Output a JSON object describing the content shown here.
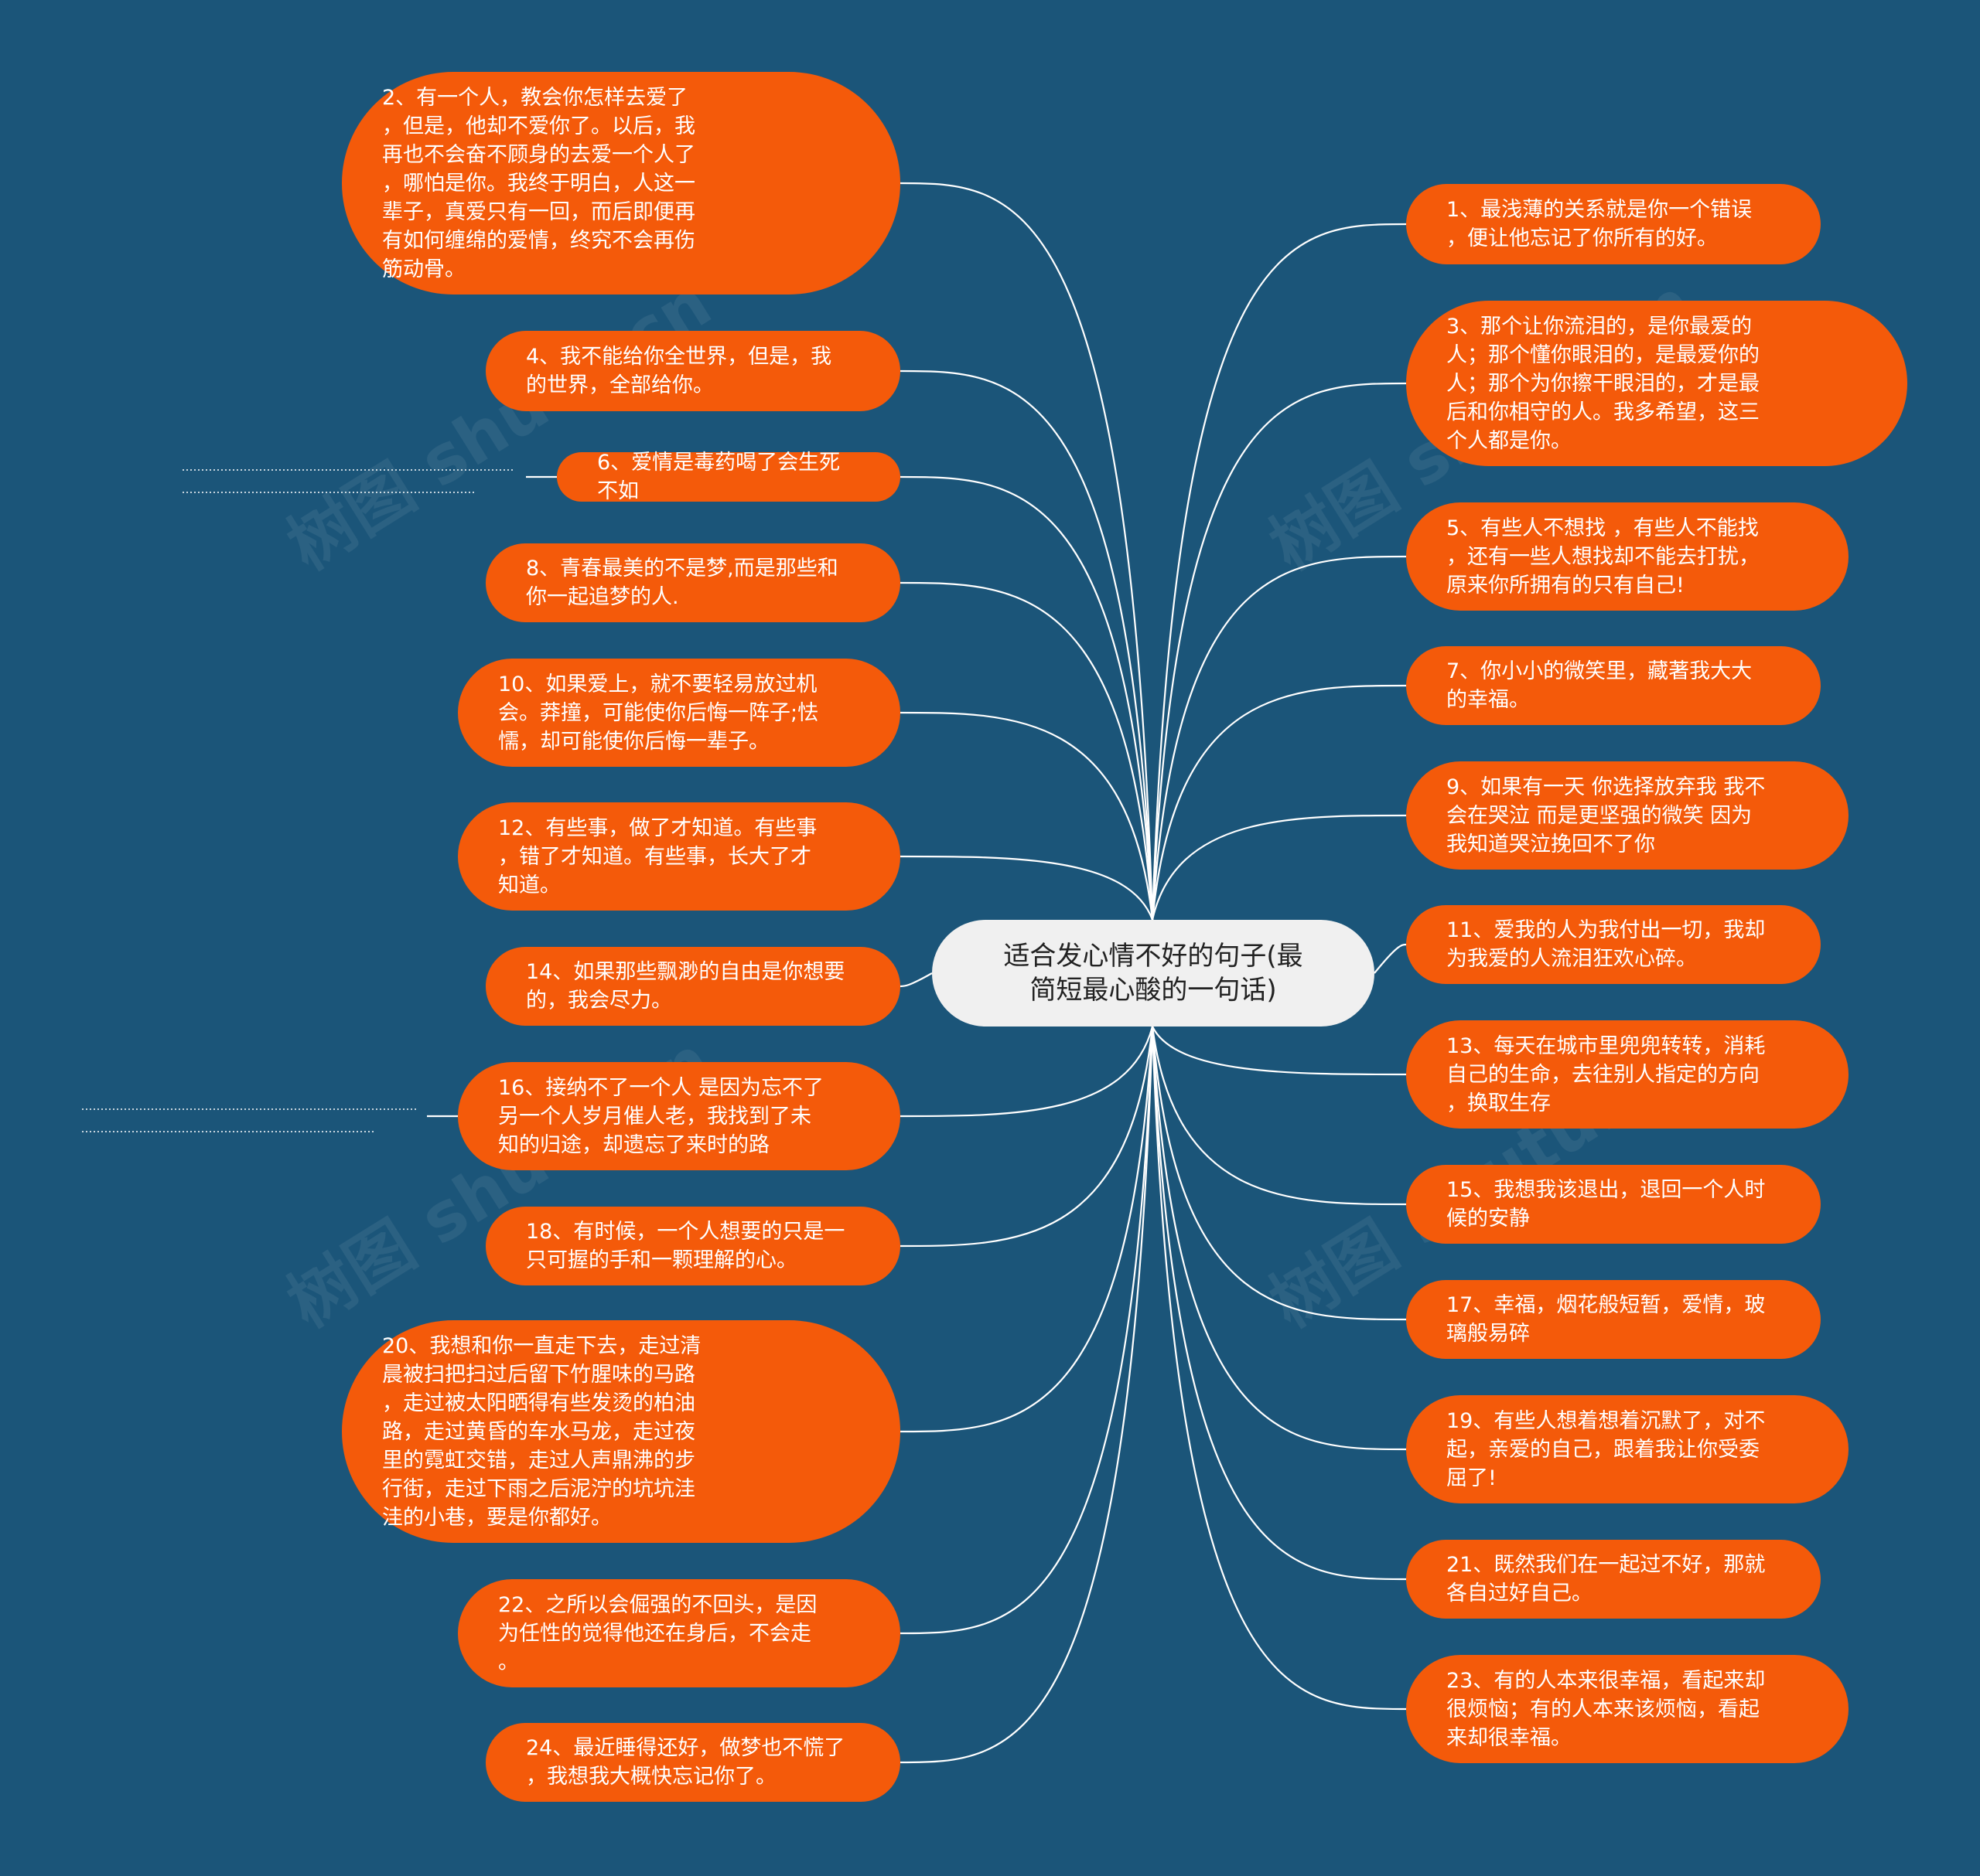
{
  "colors": {
    "background": "#1b5579",
    "node_fill": "#f45a0a",
    "node_text": "#ffffff",
    "root_fill": "#f0f0f0",
    "root_text": "#222222",
    "link": "#ffffff"
  },
  "root": {
    "label": "适合发心情不好的句子(最\n简短最心酸的一句话)"
  },
  "watermark": {
    "text": "树图 shutu.cn"
  },
  "left_nodes": [
    {
      "label": "2、有一个人，教会你怎样去爱了\n，但是，他却不爱你了。以后，我\n再也不会奋不顾身的去爱一个人了\n，哪怕是你。我终于明白，人这一\n辈子，真爱只有一回，而后即便再\n有如何缠绵的爱情，终究不会再伤\n筋动骨。"
    },
    {
      "label": "4、我不能给你全世界，但是，我\n的世界，全部给你。"
    },
    {
      "label": "6、爱情是毒药喝了会生死不如"
    },
    {
      "label": "8、青春最美的不是梦,而是那些和\n你一起追梦的人."
    },
    {
      "label": "10、如果爱上，就不要轻易放过机\n会。莽撞，可能使你后悔一阵子;怯\n懦，却可能使你后悔一辈子。"
    },
    {
      "label": "12、有些事，做了才知道。有些事\n，错了才知道。有些事，长大了才\n知道。"
    },
    {
      "label": "14、如果那些飘渺的自由是你想要\n的，我会尽力。"
    },
    {
      "label": "16、接纳不了一个人 是因为忘不了\n另一个人岁月催人老，我找到了未\n知的归途，却遗忘了来时的路"
    },
    {
      "label": "18、有时候，一个人想要的只是一\n只可握的手和一颗理解的心。"
    },
    {
      "label": "20、我想和你一直走下去，走过清\n晨被扫把扫过后留下竹腥味的马路\n，走过被太阳晒得有些发烫的柏油\n路，走过黄昏的车水马龙，走过夜\n里的霓虹交错，走过人声鼎沸的步\n行街，走过下雨之后泥泞的坑坑洼\n洼的小巷，要是你都好。"
    },
    {
      "label": "22、之所以会倔强的不回头，是因\n为任性的觉得他还在身后，不会走\n。"
    },
    {
      "label": "24、最近睡得还好，做梦也不慌了\n，我想我大概快忘记你了。"
    }
  ],
  "right_nodes": [
    {
      "label": "1、最浅薄的关系就是你一个错误\n，便让他忘记了你所有的好。"
    },
    {
      "label": "3、那个让你流泪的，是你最爱的\n人；那个懂你眼泪的，是最爱你的\n人；那个为你擦干眼泪的，才是最\n后和你相守的人。我多希望，这三\n个人都是你。"
    },
    {
      "label": "5、有些人不想找 ，有些人不能找\n，还有一些人想找却不能去打扰，\n原来你所拥有的只有自己!"
    },
    {
      "label": "7、你小小的微笑里，藏著我大大\n的幸福。"
    },
    {
      "label": "9、如果有一天 你选择放弃我 我不\n会在哭泣 而是更坚强的微笑 因为\n我知道哭泣挽回不了你"
    },
    {
      "label": "11、爱我的人为我付出一切，我却\n为我爱的人流泪狂欢心碎。"
    },
    {
      "label": "13、每天在城市里兜兜转转，消耗\n自己的生命，去往别人指定的方向\n，换取生存"
    },
    {
      "label": "15、我想我该退出，退回一个人时\n候的安静"
    },
    {
      "label": "17、幸福，烟花般短暂，爱情，玻\n璃般易碎"
    },
    {
      "label": "19、有些人想着想着沉默了，对不\n起，亲爱的自己，跟着我让你受委\n屈了!"
    },
    {
      "label": "21、既然我们在一起过不好，那就\n各自过好自己。"
    },
    {
      "label": "23、有的人本来很幸福，看起来却\n很烦恼；有的人本来该烦恼，看起\n来却很幸福。"
    }
  ]
}
